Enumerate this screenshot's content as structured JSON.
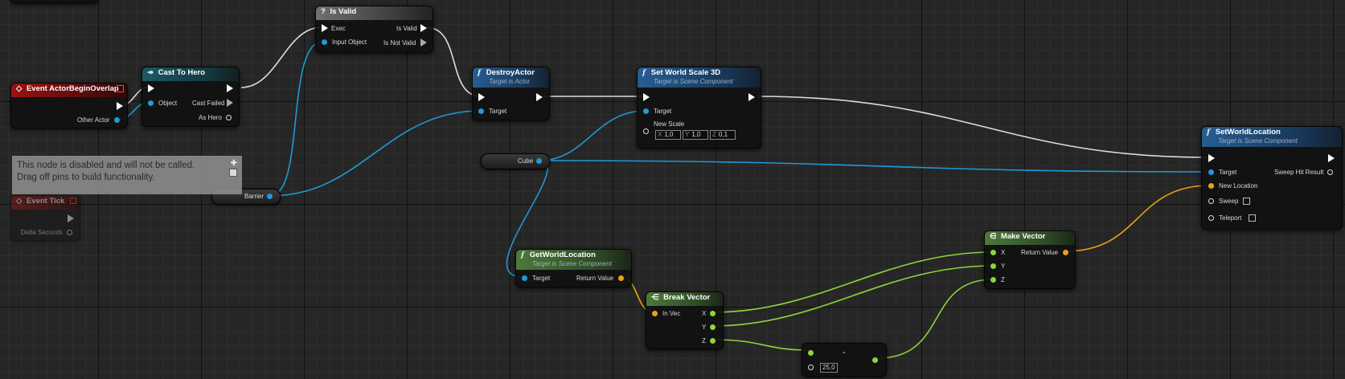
{
  "nodes": {
    "event_begin_overlap": {
      "title": "Event ActorBeginOverlap",
      "pin_other_actor": "Other Actor"
    },
    "cast_to_hero": {
      "title": "Cast To Hero",
      "pin_object": "Object",
      "pin_cast_failed": "Cast Failed",
      "pin_as_hero": "As Hero"
    },
    "is_valid": {
      "title": "Is Valid",
      "pin_exec": "Exec",
      "pin_input_object": "Input Object",
      "pin_is_valid": "Is Valid",
      "pin_is_not_valid": "Is Not Valid"
    },
    "destroy_actor": {
      "title": "DestroyActor",
      "subtitle": "Target is Actor",
      "pin_target": "Target"
    },
    "set_world_scale": {
      "title": "Set World Scale 3D",
      "subtitle": "Target is Scene Component",
      "pin_target": "Target",
      "pin_new_scale": "New Scale",
      "scale": {
        "x_label": "X",
        "x": "1,0",
        "y_label": "Y",
        "y": "1,0",
        "z_label": "Z",
        "z": "0,1"
      }
    },
    "set_world_location": {
      "title": "SetWorldLocation",
      "subtitle": "Target is Scene Component",
      "pin_target": "Target",
      "pin_sweep_hit": "Sweep Hit Result",
      "pin_new_location": "New Location",
      "pin_sweep": "Sweep",
      "pin_teleport": "Teleport"
    },
    "get_world_location": {
      "title": "GetWorldLocation",
      "subtitle": "Target is Scene Component",
      "pin_target": "Target",
      "pin_return": "Return Value"
    },
    "break_vector": {
      "title": "Break Vector",
      "pin_in_vec": "In Vec",
      "pin_x": "X",
      "pin_y": "Y",
      "pin_z": "Z"
    },
    "make_vector": {
      "title": "Make Vector",
      "pin_x": "X",
      "pin_y": "Y",
      "pin_z": "Z",
      "pin_return": "Return Value"
    },
    "subtract": {
      "op": "-",
      "value": "25,0"
    },
    "event_tick": {
      "title": "Event Tick",
      "pin_delta": "Delta Seconds"
    }
  },
  "variables": {
    "barrier": "Barrier",
    "cube": "Cube"
  },
  "comment": {
    "line1": "This node is disabled and will not be called.",
    "line2": "Drag off pins to build functionality."
  },
  "colors": {
    "exec": "#ffffff",
    "object": "#1e9ad9",
    "vector": "#e8a317",
    "float": "#8ed43a",
    "bool": "#8a1010",
    "event_header": "#9a1212",
    "function_header": "#275d92",
    "pure_header": "#4c7a3a"
  }
}
